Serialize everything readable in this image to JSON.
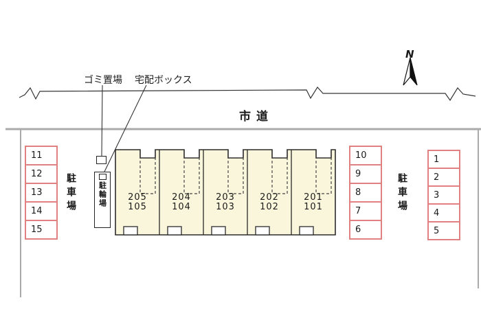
{
  "compass": {
    "label": "N"
  },
  "road": {
    "label": "市道"
  },
  "top_labels": {
    "garbage": "ゴミ置場",
    "delivery_box": "宅配ボックス"
  },
  "facilities": {
    "bicycle_parking": "駐輪場"
  },
  "parking": {
    "left_label": "駐車場",
    "right_label": "駐車場",
    "left_spaces": [
      "11",
      "12",
      "13",
      "14",
      "15"
    ],
    "middle_right_spaces": [
      "10",
      "9",
      "8",
      "7",
      "6"
    ],
    "right_spaces": [
      "1",
      "2",
      "3",
      "4",
      "5"
    ]
  },
  "building": {
    "units": [
      {
        "upper": "205",
        "lower": "105"
      },
      {
        "upper": "204",
        "lower": "104"
      },
      {
        "upper": "203",
        "lower": "103"
      },
      {
        "upper": "202",
        "lower": "102"
      },
      {
        "upper": "201",
        "lower": "101"
      }
    ]
  },
  "colors": {
    "pink": "#e08080",
    "building_fill": "#faf6db",
    "road_line": "#aaaaaa"
  }
}
